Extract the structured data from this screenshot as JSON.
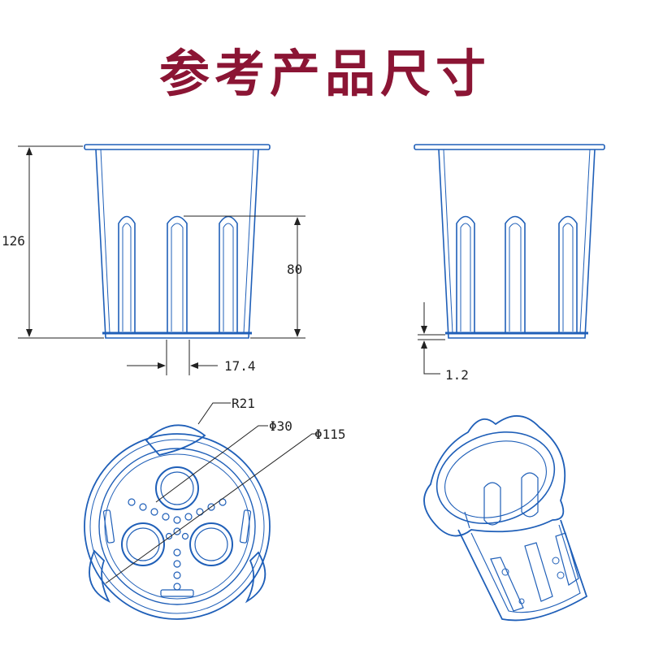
{
  "title": "参考产品尺寸",
  "colors": {
    "title": "#8b1534",
    "part_outline": "#1f5fb8",
    "dimension_line": "#222222"
  },
  "dimensions": {
    "height": "126",
    "slot_height": "80",
    "slot_width": "17.4",
    "base_thickness": "1.2",
    "radius": "R21",
    "hole_diameter": "Φ30",
    "outer_diameter": "Φ115"
  }
}
